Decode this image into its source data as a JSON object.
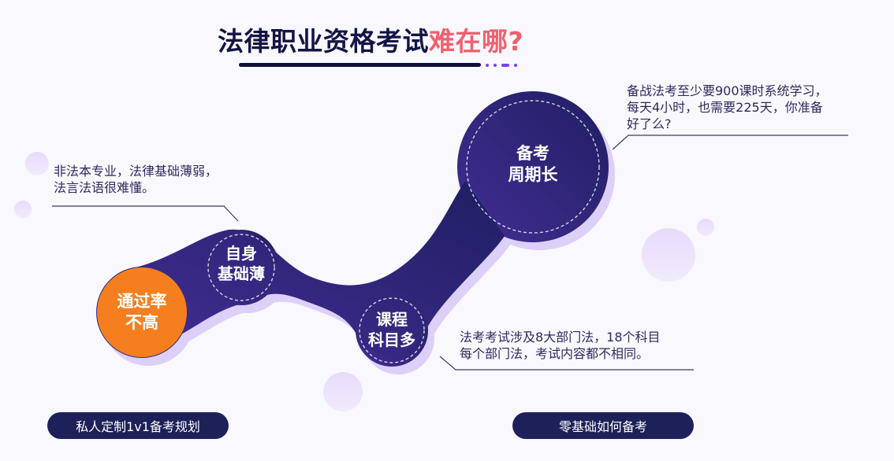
{
  "header": {
    "title_main": "法律职业资格考试",
    "title_highlight": "难在哪?"
  },
  "nodes": [
    {
      "id": "pass-rate",
      "line1": "通过率",
      "line2": "不高"
    },
    {
      "id": "weak-foundation",
      "line1": "自身",
      "line2": "基础薄"
    },
    {
      "id": "many-subjects",
      "line1": "课程",
      "line2": "科目多"
    },
    {
      "id": "long-cycle",
      "line1": "备考",
      "line2": "周期长"
    }
  ],
  "notes": {
    "weak_foundation": {
      "line1": "非法本专业，法律基础薄弱，",
      "line2": "法言法语很难懂。"
    },
    "long_cycle": {
      "line1": "备战法考至少要900课时系统学习，",
      "line2": "每天4小时，也需要225天，你准备",
      "line3": "好了么?"
    },
    "many_subjects": {
      "line1": "法考考试涉及8大部门法，18个科目",
      "line2": "每个部门法，考试内容都不相同。"
    }
  },
  "buttons": {
    "custom_plan": "私人定制1v1备考规划",
    "zero_basis": "零基础如何备考"
  },
  "colors": {
    "title_dark": "#141446",
    "title_highlight": "#f0616f",
    "band_purple": "#3b2a86",
    "accent_orange": "#f57f1f",
    "button_navy": "#1e2159",
    "bubble_lavender": "#e9e0fb",
    "dot_purple": "#7b3ff2"
  }
}
